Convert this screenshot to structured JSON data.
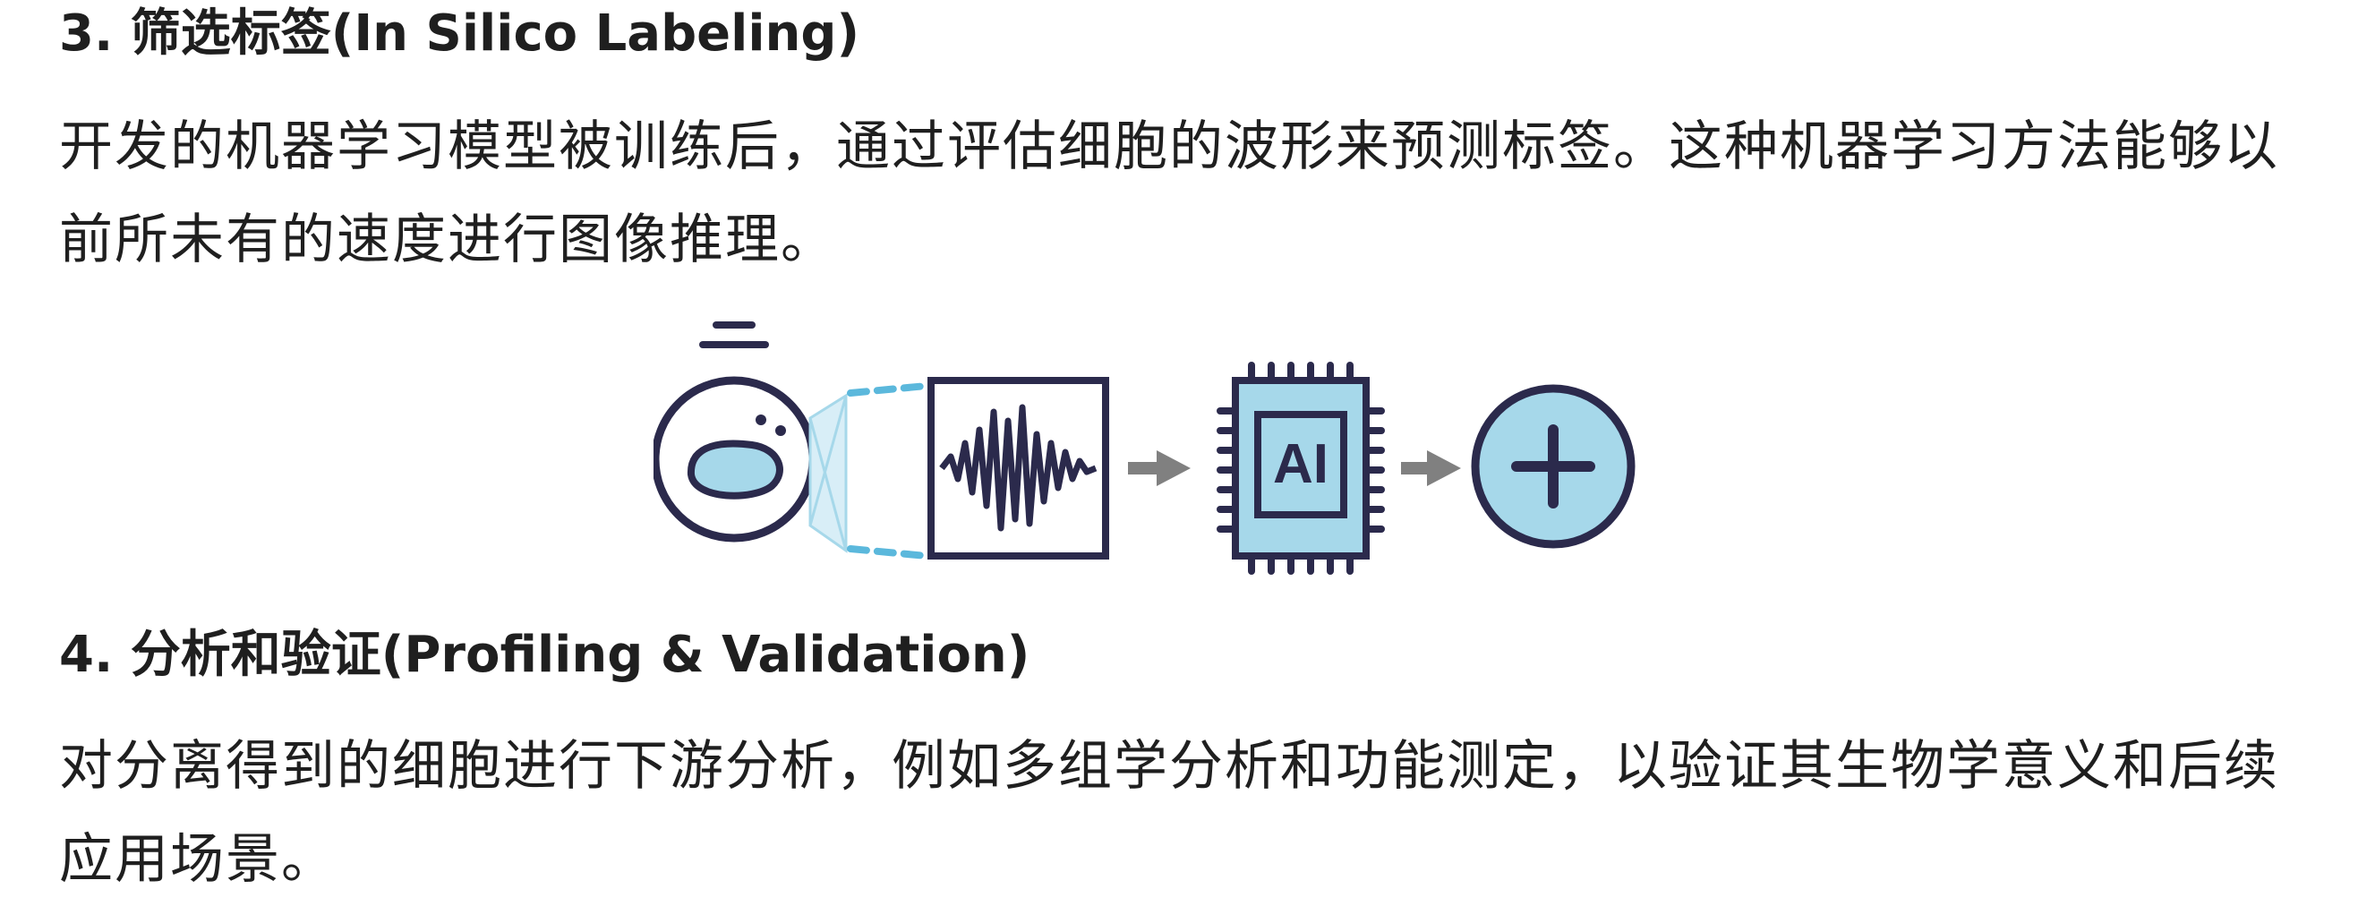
{
  "sections": [
    {
      "heading": "3. 筛选标签(In Silico Labeling)",
      "paragraph": "开发的机器学习模型被训练后，通过评估细胞的波形来预测标签。这种机器学习方法能够以前所未有的速度进行图像推理。"
    },
    {
      "heading": "4. 分析和验证(Profiling & Validation)",
      "paragraph": "对分离得到的细胞进行下游分析，例如多组学分析和功能测定，以验证其生物学意义和后续应用场景。"
    }
  ],
  "figure": {
    "chip_label": "AI",
    "icons": [
      "cell-icon",
      "waveform-icon",
      "arrow-right-icon",
      "ai-chip-icon",
      "arrow-right-icon",
      "plus-circle-icon"
    ],
    "colors": {
      "outline": "#2b2a4c",
      "fill": "#a6d8ea",
      "arrow": "#808080",
      "beam": "#5bb8dc"
    }
  }
}
